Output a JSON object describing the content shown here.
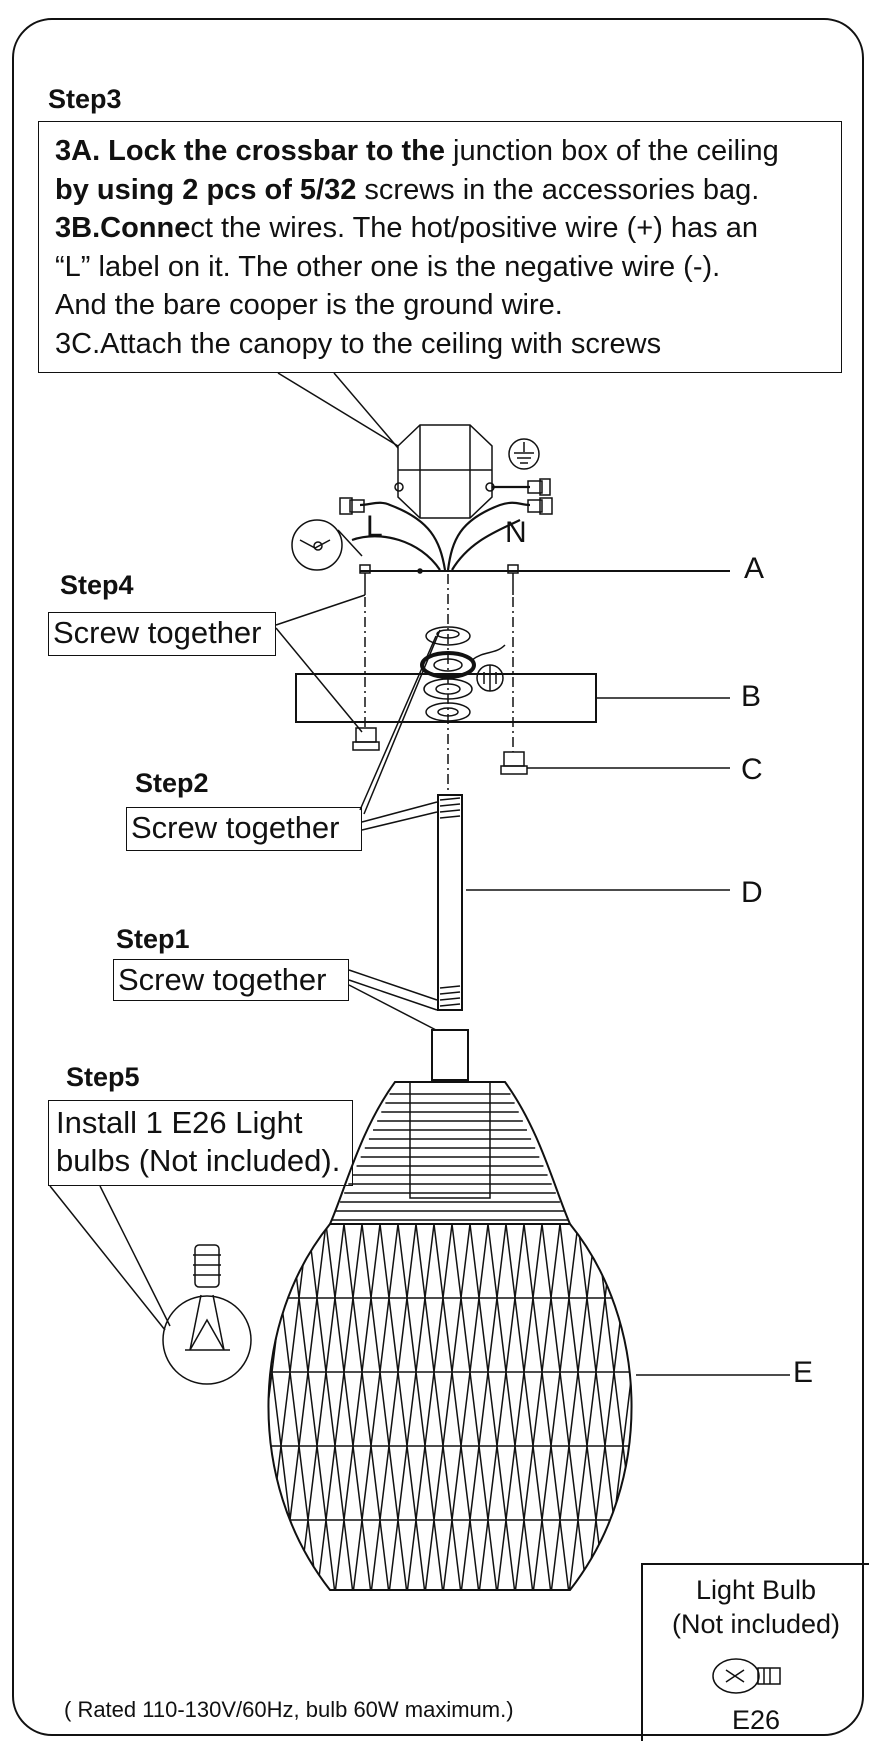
{
  "steps": {
    "step3": {
      "title": "Step3",
      "line_3a_bold": "3A. Lock the crossbar to the",
      "line_3a_rest": " junction box of the ceiling",
      "line_2_bold": "by using 2 pcs of 5/32",
      "line_2_rest": " screws in the accessories bag.",
      "line_3b_bold": "3B.Conne",
      "line_3b_rest": "ct the wires. The hot/positive wire (+) has an",
      "line_4": "“L” label on it. The other one is the negative wire (-).",
      "line_5": "And the bare cooper is the ground wire.",
      "line_3c": "3C.Attach the canopy to the ceiling with screws"
    },
    "step4": {
      "title": "Step4",
      "label": "Screw together"
    },
    "step2": {
      "title": "Step2",
      "label": "Screw together"
    },
    "step1": {
      "title": "Step1",
      "label": "Screw together"
    },
    "step5": {
      "title": "Step5",
      "line_1": "Install 1 E26 Light",
      "line_2": "bulbs (Not included)."
    }
  },
  "wire_labels": {
    "live": "L",
    "neutral": "N"
  },
  "part_labels": {
    "a": "A",
    "b": "B",
    "c": "C",
    "d": "D",
    "e": "E"
  },
  "bulb_box": {
    "line_1": "Light Bulb",
    "line_2": "(Not included)",
    "socket": "E26"
  },
  "rating_note": "( Rated 110-130V/60Hz, bulb 60W maximum.)"
}
